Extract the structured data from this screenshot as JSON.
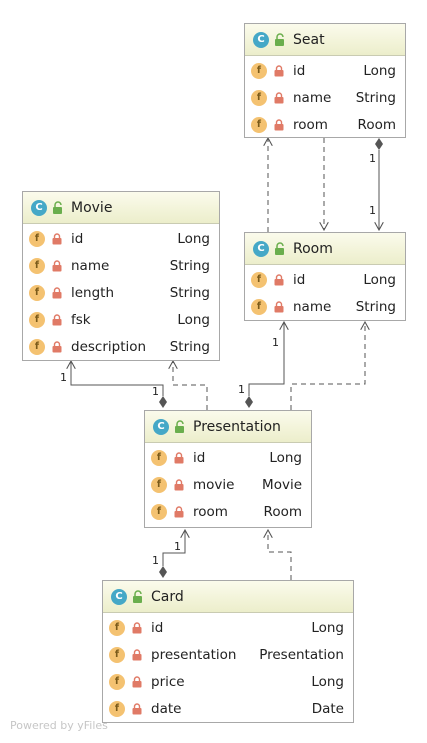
{
  "colors": {
    "header_gradient_top": "#fbfbec",
    "header_gradient_bottom": "#eceecb",
    "class_icon": "#45a8c7",
    "field_icon": "#f4c271",
    "lock_open": "#6aae4d",
    "lock_closed": "#e07a66",
    "edge": "#555555"
  },
  "icons": {
    "class_icon_glyph": "C",
    "field_icon_glyph": "f",
    "class_visibility": "public-lock-open-icon",
    "field_visibility": "private-lock-closed-icon"
  },
  "classes": {
    "seat": {
      "name": "Seat",
      "fields": [
        {
          "name": "id",
          "type": "Long"
        },
        {
          "name": "name",
          "type": "String"
        },
        {
          "name": "room",
          "type": "Room"
        }
      ]
    },
    "movie": {
      "name": "Movie",
      "fields": [
        {
          "name": "id",
          "type": "Long"
        },
        {
          "name": "name",
          "type": "String"
        },
        {
          "name": "length",
          "type": "String"
        },
        {
          "name": "fsk",
          "type": "Long"
        },
        {
          "name": "description",
          "type": "String"
        }
      ]
    },
    "room": {
      "name": "Room",
      "fields": [
        {
          "name": "id",
          "type": "Long"
        },
        {
          "name": "name",
          "type": "String"
        }
      ]
    },
    "presentation": {
      "name": "Presentation",
      "fields": [
        {
          "name": "id",
          "type": "Long"
        },
        {
          "name": "movie",
          "type": "Movie"
        },
        {
          "name": "room",
          "type": "Room"
        }
      ]
    },
    "card": {
      "name": "Card",
      "fields": [
        {
          "name": "id",
          "type": "Long"
        },
        {
          "name": "presentation",
          "type": "Presentation"
        },
        {
          "name": "price",
          "type": "Long"
        },
        {
          "name": "date",
          "type": "Date"
        }
      ]
    }
  },
  "relations": [
    {
      "from": "Seat",
      "to": "Room",
      "kind": "composition",
      "source_label": "1",
      "target_label": "1"
    },
    {
      "from": "Presentation",
      "to": "Movie",
      "kind": "composition",
      "source_label": "1",
      "target_label": "1"
    },
    {
      "from": "Presentation",
      "to": "Room",
      "kind": "composition",
      "source_label": "1",
      "target_label": "1"
    },
    {
      "from": "Card",
      "to": "Presentation",
      "kind": "composition",
      "source_label": "1",
      "target_label": "1"
    },
    {
      "from": "Room",
      "to": "Seat",
      "kind": "dependency"
    },
    {
      "from": "Seat",
      "to": "Room",
      "kind": "dependency"
    },
    {
      "from": "Presentation",
      "to": "Movie",
      "kind": "dependency"
    },
    {
      "from": "Presentation",
      "to": "Room",
      "kind": "dependency"
    },
    {
      "from": "Card",
      "to": "Presentation",
      "kind": "dependency"
    }
  ],
  "watermark": "Powered by yFiles"
}
